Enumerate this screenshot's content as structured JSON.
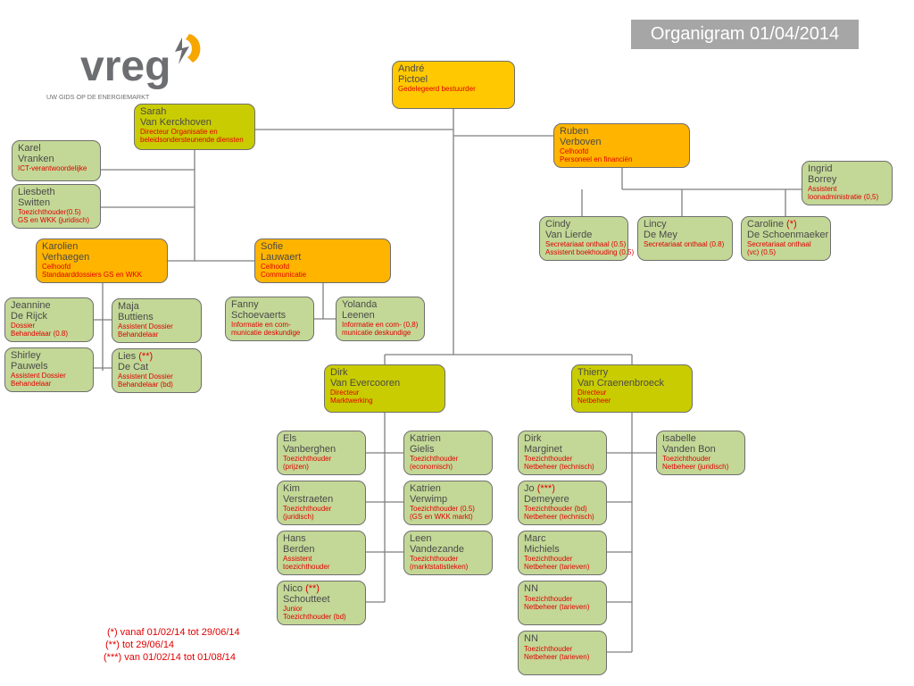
{
  "header": {
    "title": "Organigram 01/04/2014",
    "logo_text": "vreg",
    "logo_tagline": "UW GIDS OP DE ENERGIEMARKT"
  },
  "people": {
    "andre": {
      "first": "André",
      "last": "Pictoel",
      "role1": "Gedelegeerd bestuurder"
    },
    "sarah": {
      "first": "Sarah",
      "last": "Van Kerckhoven",
      "role1": "Directeur Organisatie en",
      "role2": "beleidsondersteunende diensten"
    },
    "ruben": {
      "first": "Ruben",
      "last": "Verboven",
      "role1": "Celhoofd",
      "role2": "Personeel en financiën"
    },
    "karel": {
      "first": "Karel",
      "last": "Vranken",
      "role1": "ICT-verantwoordelijke"
    },
    "liesbeth": {
      "first": "Liesbeth",
      "last": "Switten",
      "role1": "Toezichthouder(0.5)",
      "role2": "GS en WKK (juridisch)"
    },
    "ingrid": {
      "first": "Ingrid",
      "last": "Borrey",
      "role1": "Assistent",
      "role2": "loonadministratie (0,5)"
    },
    "cindy": {
      "first": "Cindy",
      "last": "Van Lierde",
      "role1": "Secretariaat onthaal (0.5)",
      "role2": "Assistent boekhouding (0.5)"
    },
    "lincy": {
      "first": "Lincy",
      "last": "De Mey",
      "role1": "Secretariaat onthaal (0.8)"
    },
    "caroline": {
      "first": "Caroline",
      "mark": "(*)",
      "last": "De Schoenmaeker",
      "role1": "Secretariaat onthaal",
      "role2": "(vc) (0.5)"
    },
    "karolien": {
      "first": "Karolien",
      "last": "Verhaegen",
      "role1": "Celhoofd",
      "role2": "Standaarddossiers GS en WKK"
    },
    "sofie": {
      "first": "Sofie",
      "last": "Lauwaert",
      "role1": "Celhoofd",
      "role2": "Communicatie"
    },
    "jeannine": {
      "first": "Jeannine",
      "last": "De Rijck",
      "role1": "Dossier",
      "role2": "Behandelaar (0.8)"
    },
    "maja": {
      "first": "Maja",
      "last": "Buttiens",
      "role1": "Assistent Dossier",
      "role2": "Behandelaar"
    },
    "fanny": {
      "first": "Fanny",
      "last": "Schoevaerts",
      "role1": "Informatie en com-",
      "role2": "municatie deskundige"
    },
    "yolanda": {
      "first": "Yolanda",
      "last": "Leenen",
      "role1": "Informatie en com- (0,8)",
      "role2": "municatie deskundige"
    },
    "shirley": {
      "first": "Shirley",
      "last": "Pauwels",
      "role1": "Assistent Dossier",
      "role2": "Behandelaar"
    },
    "lies": {
      "first": "Lies",
      "mark": "(**)",
      "last": "De Cat",
      "role1": "Assistent Dossier",
      "role2": "Behandelaar (bd)"
    },
    "dirk_ev": {
      "first": "Dirk",
      "last": "Van Evercooren",
      "role1": "Directeur",
      "role2": "Marktwerking"
    },
    "thierry": {
      "first": "Thierry",
      "last": "Van Craenenbroeck",
      "role1": "Directeur",
      "role2": "Netbeheer"
    },
    "els": {
      "first": "Els",
      "last": "Vanberghen",
      "role1": "Toezichthouder",
      "role2": "(prijzen)"
    },
    "katrien_g": {
      "first": "Katrien",
      "last": "Gielis",
      "role1": "Toezichthouder",
      "role2": "(economisch)"
    },
    "dirk_m": {
      "first": "Dirk",
      "last": "Marginet",
      "role1": "Toezichthouder",
      "role2": "Netbeheer (technisch)"
    },
    "isabelle": {
      "first": "Isabelle",
      "last": "Vanden Bon",
      "role1": "Toezichthouder",
      "role2": "Netbeheer (juridisch)"
    },
    "kim": {
      "first": "Kim",
      "last": "Verstraeten",
      "role1": "Toezichthouder",
      "role2": "(juridisch)"
    },
    "katrien_v": {
      "first": "Katrien",
      "last": "Verwimp",
      "role1": "Toezichthouder (0.5)",
      "role2": "(GS en WKK markt)"
    },
    "jo": {
      "first": "Jo",
      "mark": "(***)",
      "last": "Demeyere",
      "role1": "Toezichthouder (bd)",
      "role2": "Netbeheer (technisch)"
    },
    "hans": {
      "first": "Hans",
      "last": "Berden",
      "role1": "Assistent",
      "role2": "toezichthouder"
    },
    "leen": {
      "first": "Leen",
      "last": "Vandezande",
      "role1": "Toezichthouder",
      "role2": "(marktstatistieken)"
    },
    "marc": {
      "first": "Marc",
      "last": "Michiels",
      "role1": "Toezichthouder",
      "role2": "Netbeheer (tarieven)"
    },
    "nico": {
      "first": "Nico",
      "mark": "(**)",
      "last": "Schoutteet",
      "role1": "Junior",
      "role2": "Toezichthouder (bd)"
    },
    "nn1": {
      "first": "NN",
      "last": "",
      "role1": "Toezichthouder",
      "role2": "Netbeheer (tarieven)"
    },
    "nn2": {
      "first": "NN",
      "last": "",
      "role1": "Toezichthouder",
      "role2": "Netbeheer (tarieven)"
    }
  },
  "footnotes": {
    "f1": "(*)  vanaf 01/02/14 tot 29/06/14",
    "f2": "(**) tot 29/06/14",
    "f3": "(***) van 01/02/14 tot 01/08/14"
  },
  "colors": {
    "top": "#ffc800",
    "cell_head": "#ffb400",
    "director": "#c9cc00",
    "staff": "#c3d896",
    "role_text": "#e00000",
    "title_bg": "#a6a6a6",
    "logo_text": "#6d6e71",
    "logo_accent": "#f7a600"
  }
}
